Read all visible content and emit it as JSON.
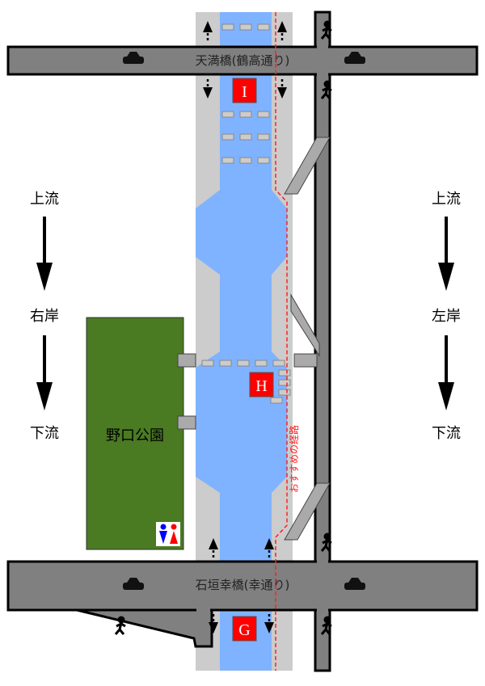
{
  "roads": {
    "top": "天満橋(鶴高通り)",
    "bottom": "石垣幸橋(幸通り)"
  },
  "park": {
    "name": "野口公園",
    "has_toilet": true
  },
  "left_bank": {
    "upstream": "上流",
    "bank": "右岸",
    "downstream": "下流"
  },
  "right_bank": {
    "upstream": "上流",
    "bank": "左岸",
    "downstream": "下流"
  },
  "markers": {
    "top": "I",
    "middle": "H",
    "bottom": "G"
  },
  "route_label": "おすすめの経路",
  "colors": {
    "water": "#80b3ff",
    "walkway": "#cccccc",
    "road": "#808080",
    "park": "#4a7a22",
    "marker": "#ff0000",
    "route": "#ff2020"
  }
}
